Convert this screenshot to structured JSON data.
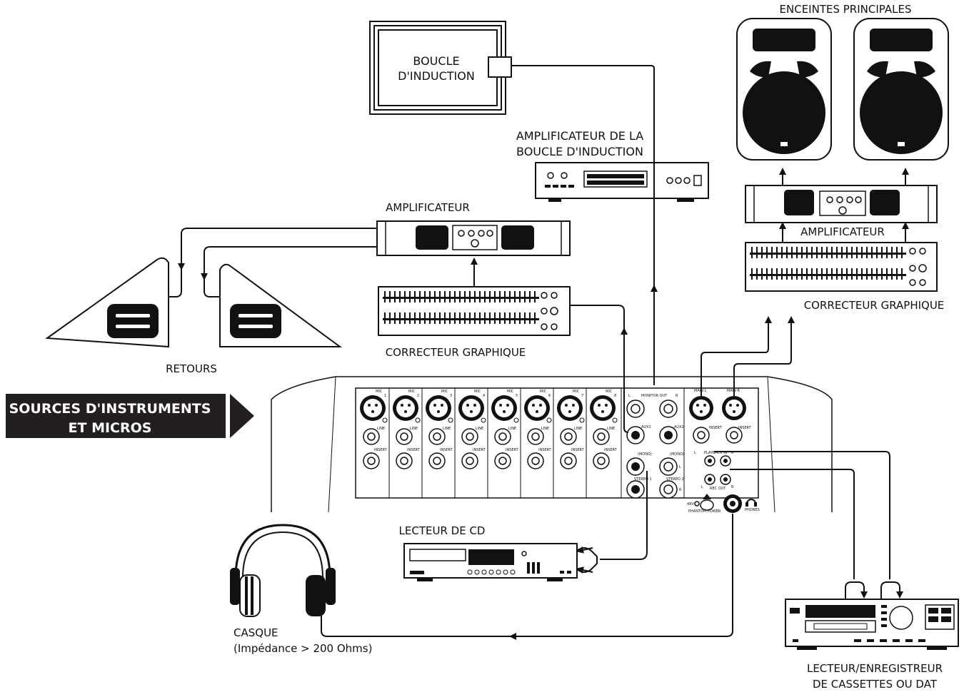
{
  "labels": {
    "induction_loop_line1": "BOUCLE",
    "induction_loop_line2": "D'INDUCTION",
    "loop_amp_line1": "AMPLIFICATEUR DE LA",
    "loop_amp_line2": "BOUCLE D'INDUCTION",
    "main_speakers": "ENCEINTES PRINCIPALES",
    "amp_main": "AMPLIFICATEUR",
    "eq_main": "CORRECTEUR  GRAPHIQUE",
    "amp_monitor": "AMPLIFICATEUR",
    "eq_monitor": "CORRECTEUR  GRAPHIQUE",
    "monitors": "RETOURS",
    "sources_line1": "SOURCES D'INSTRUMENTS",
    "sources_line2": "ET MICROS",
    "cd_player": "LECTEUR DE CD",
    "headphones_line1": "CASQUE",
    "headphones_line2": "(Impédance > 200 Ohms)",
    "recorder_line1": "LECTEUR/ENREGISTREUR",
    "recorder_line2": "DE CASSETTES OU DAT"
  },
  "mixer": {
    "mic": "MIC",
    "line": "LINE",
    "insert": "INSERT",
    "monitor_out": "MONITOR OUT",
    "aux1": "AUX1",
    "aux2": "AUX2",
    "mono": "(MONO)",
    "stereo1": "STEREO 1",
    "stereo2": "STEREO 2",
    "left": "L",
    "right": "R",
    "main_l": "MAIN L",
    "main_r": "MAIN R",
    "playback": "PLAYBACK IN",
    "rec_out": "REC OUT",
    "phantom_48v": "48V",
    "phantom": "PHANTOM POWER",
    "phones": "PHONES",
    "channel_numbers": [
      "1",
      "2",
      "3",
      "4",
      "5",
      "6",
      "7",
      "8"
    ]
  },
  "colors": {
    "ink": "#111111",
    "paper": "#ffffff",
    "banner": "#231f20"
  }
}
